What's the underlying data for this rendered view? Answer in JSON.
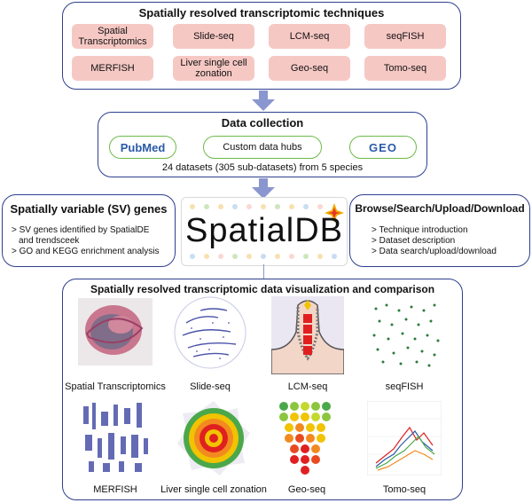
{
  "techniques": {
    "title": "Spatially resolved transcriptomic techniques",
    "items": [
      "Spatial Transcriptomics",
      "Slide-seq",
      "LCM-seq",
      "seqFISH",
      "MERFISH",
      "Liver single cell zonation",
      "Geo-seq",
      "Tomo-seq"
    ]
  },
  "collection": {
    "title": "Data collection",
    "pubmed": "PubMed",
    "hubs": "Custom data hubs",
    "geo": "GEO",
    "summary": "24 datasets (305 sub-datasets) from 5 species"
  },
  "sv": {
    "title": "Spatially variable (SV) genes",
    "bullets": [
      "> SV genes identified by SpatialDE",
      "and trendsceek",
      "> GO and KEGG enrichment analysis"
    ]
  },
  "logo": {
    "text": "SpatialDB"
  },
  "browse": {
    "title": "Browse/Search/Upload/Download",
    "bullets": [
      "> Technique introduction",
      "> Dataset description",
      "> Data search/upload/download"
    ]
  },
  "viz": {
    "title": "Spatially resolved transcriptomic data visualization and comparison",
    "captions": [
      "Spatial Transcriptomics",
      "Slide-seq",
      "LCM-seq",
      "seqFISH",
      "MERFISH",
      "Liver single cell zonation",
      "Geo-seq",
      "Tomo-seq"
    ]
  },
  "colors": {
    "border": "#2e3f8f",
    "chip": "#f6c8c4",
    "arrow": "#8a96cf",
    "pill": "#6dbb4a"
  }
}
